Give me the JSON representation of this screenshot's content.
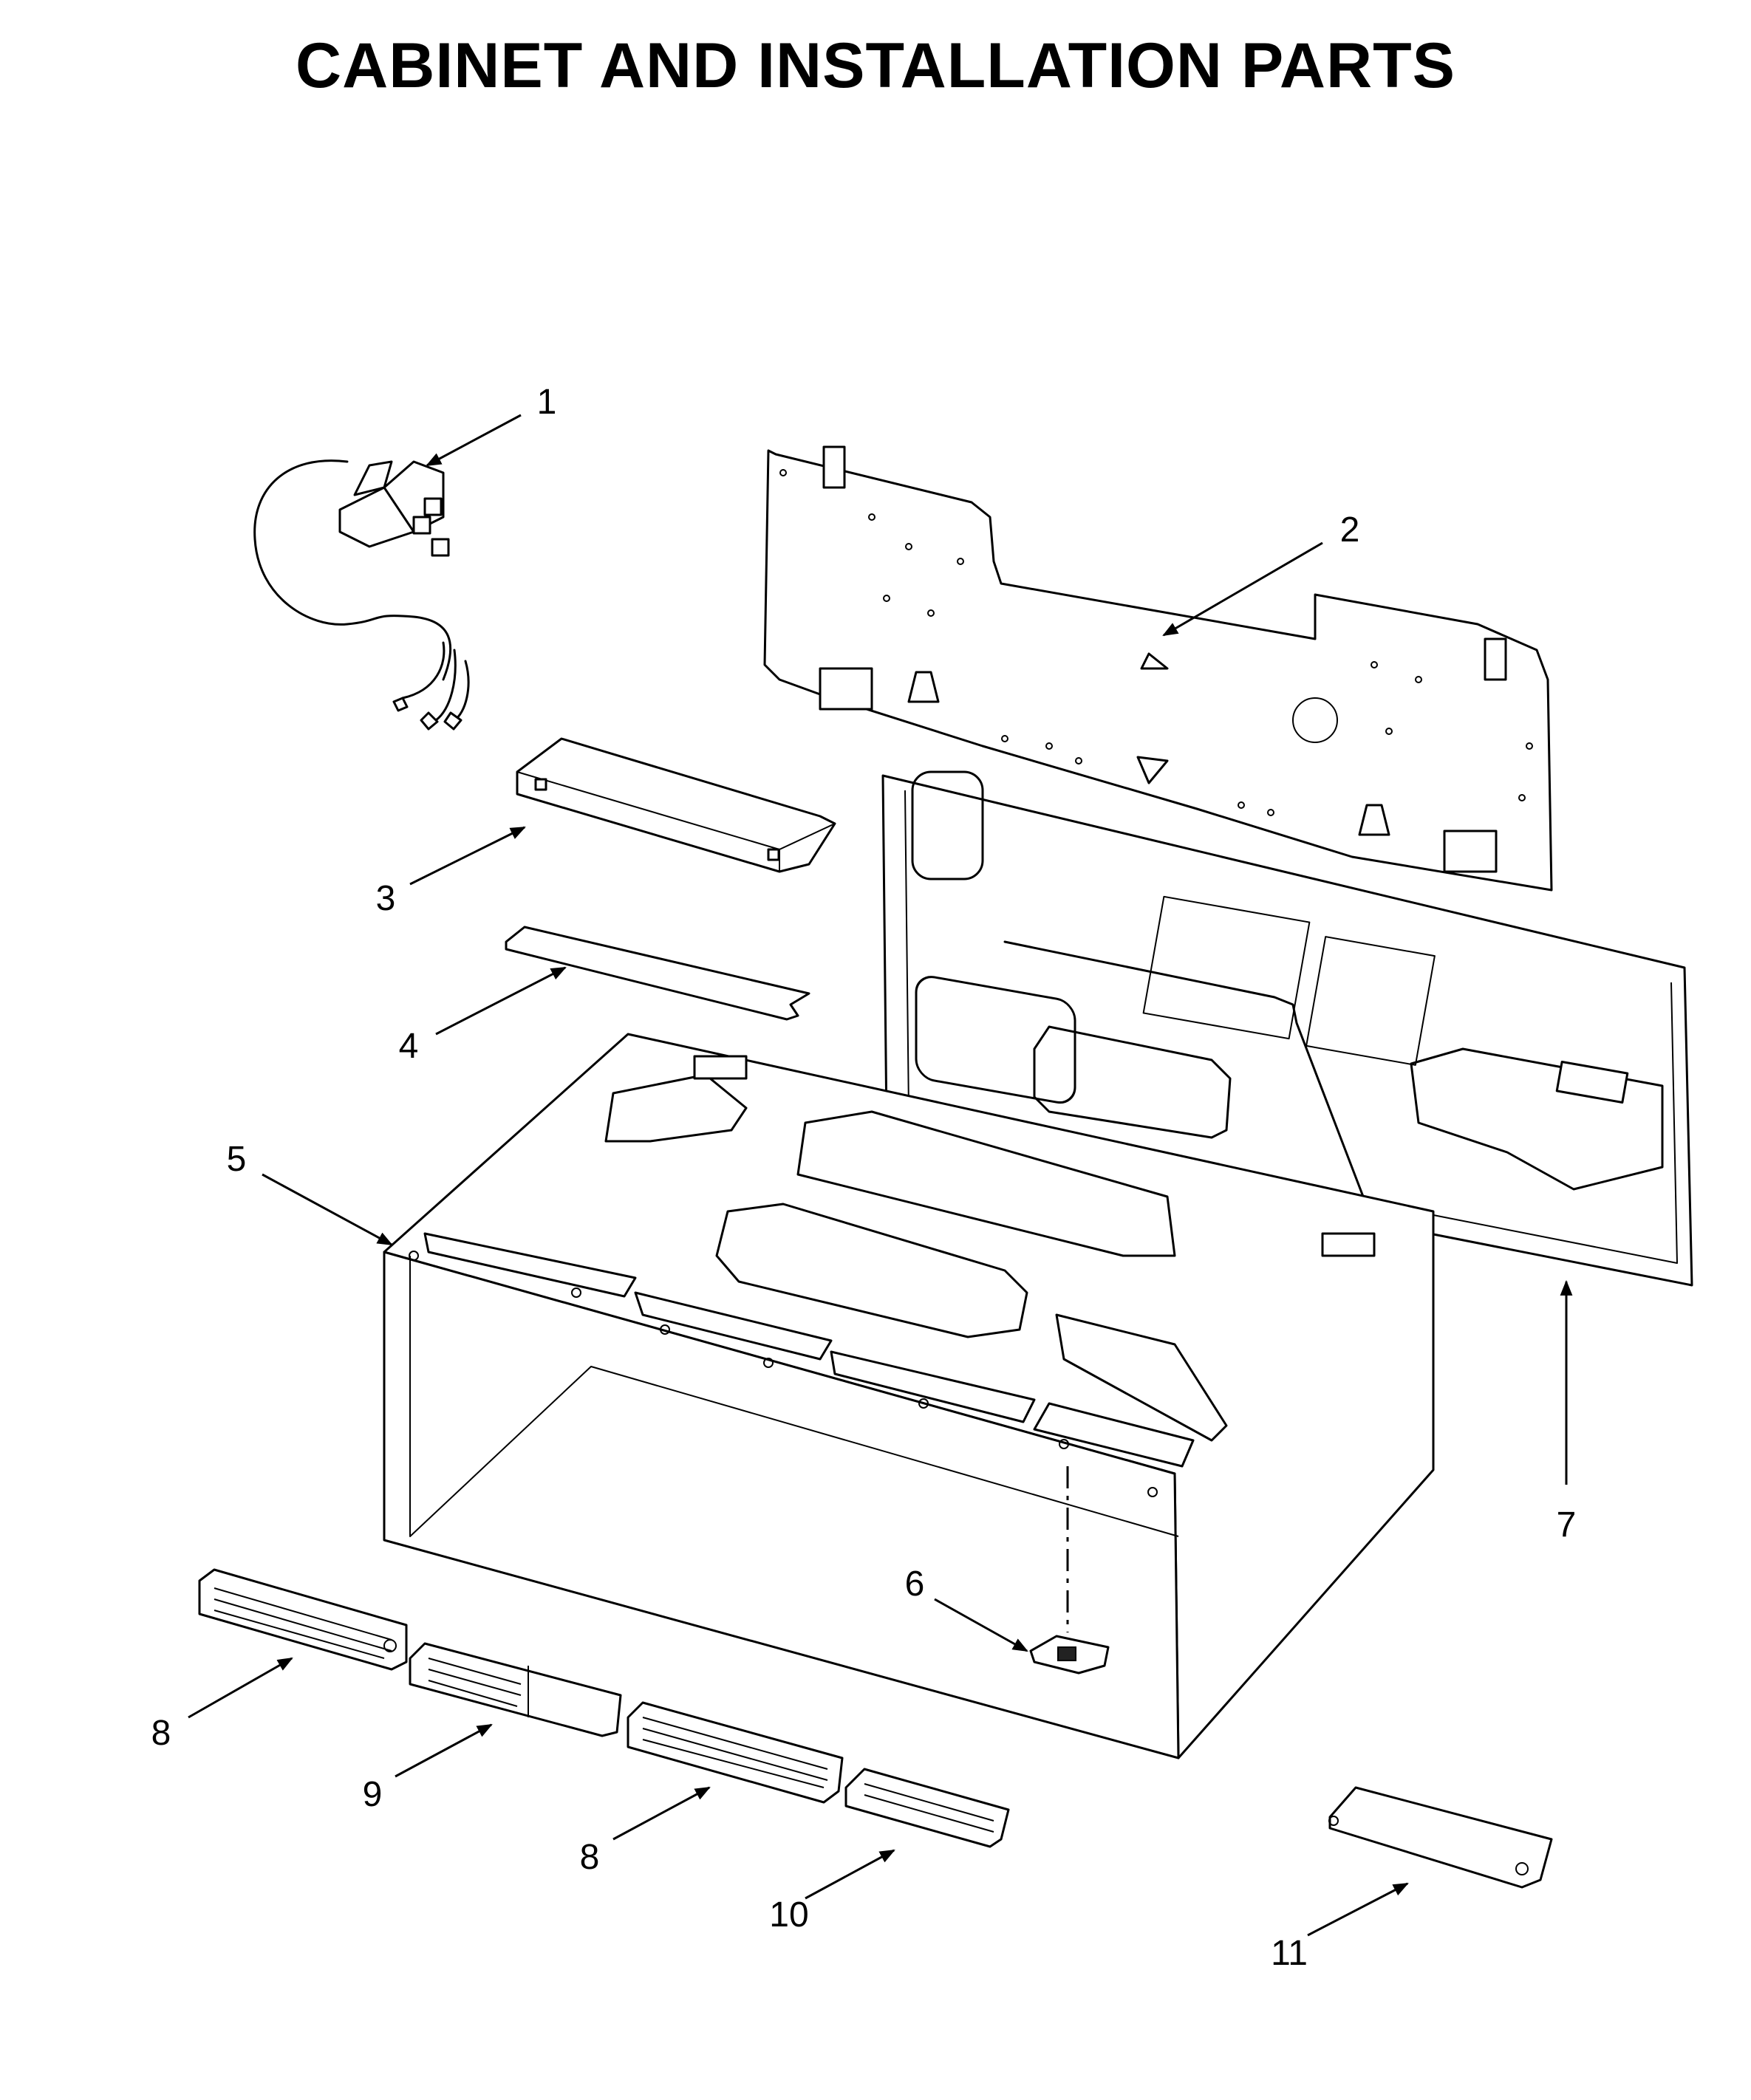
{
  "title": "CABINET AND INSTALLATION PARTS",
  "callouts": [
    {
      "id": "c1",
      "label": "1"
    },
    {
      "id": "c2",
      "label": "2"
    },
    {
      "id": "c3",
      "label": "3"
    },
    {
      "id": "c4",
      "label": "4"
    },
    {
      "id": "c5",
      "label": "5"
    },
    {
      "id": "c6",
      "label": "6"
    },
    {
      "id": "c7",
      "label": "7"
    },
    {
      "id": "c8a",
      "label": "8"
    },
    {
      "id": "c9",
      "label": "9"
    },
    {
      "id": "c8b",
      "label": "8"
    },
    {
      "id": "c10",
      "label": "10"
    },
    {
      "id": "c11",
      "label": "11"
    }
  ]
}
